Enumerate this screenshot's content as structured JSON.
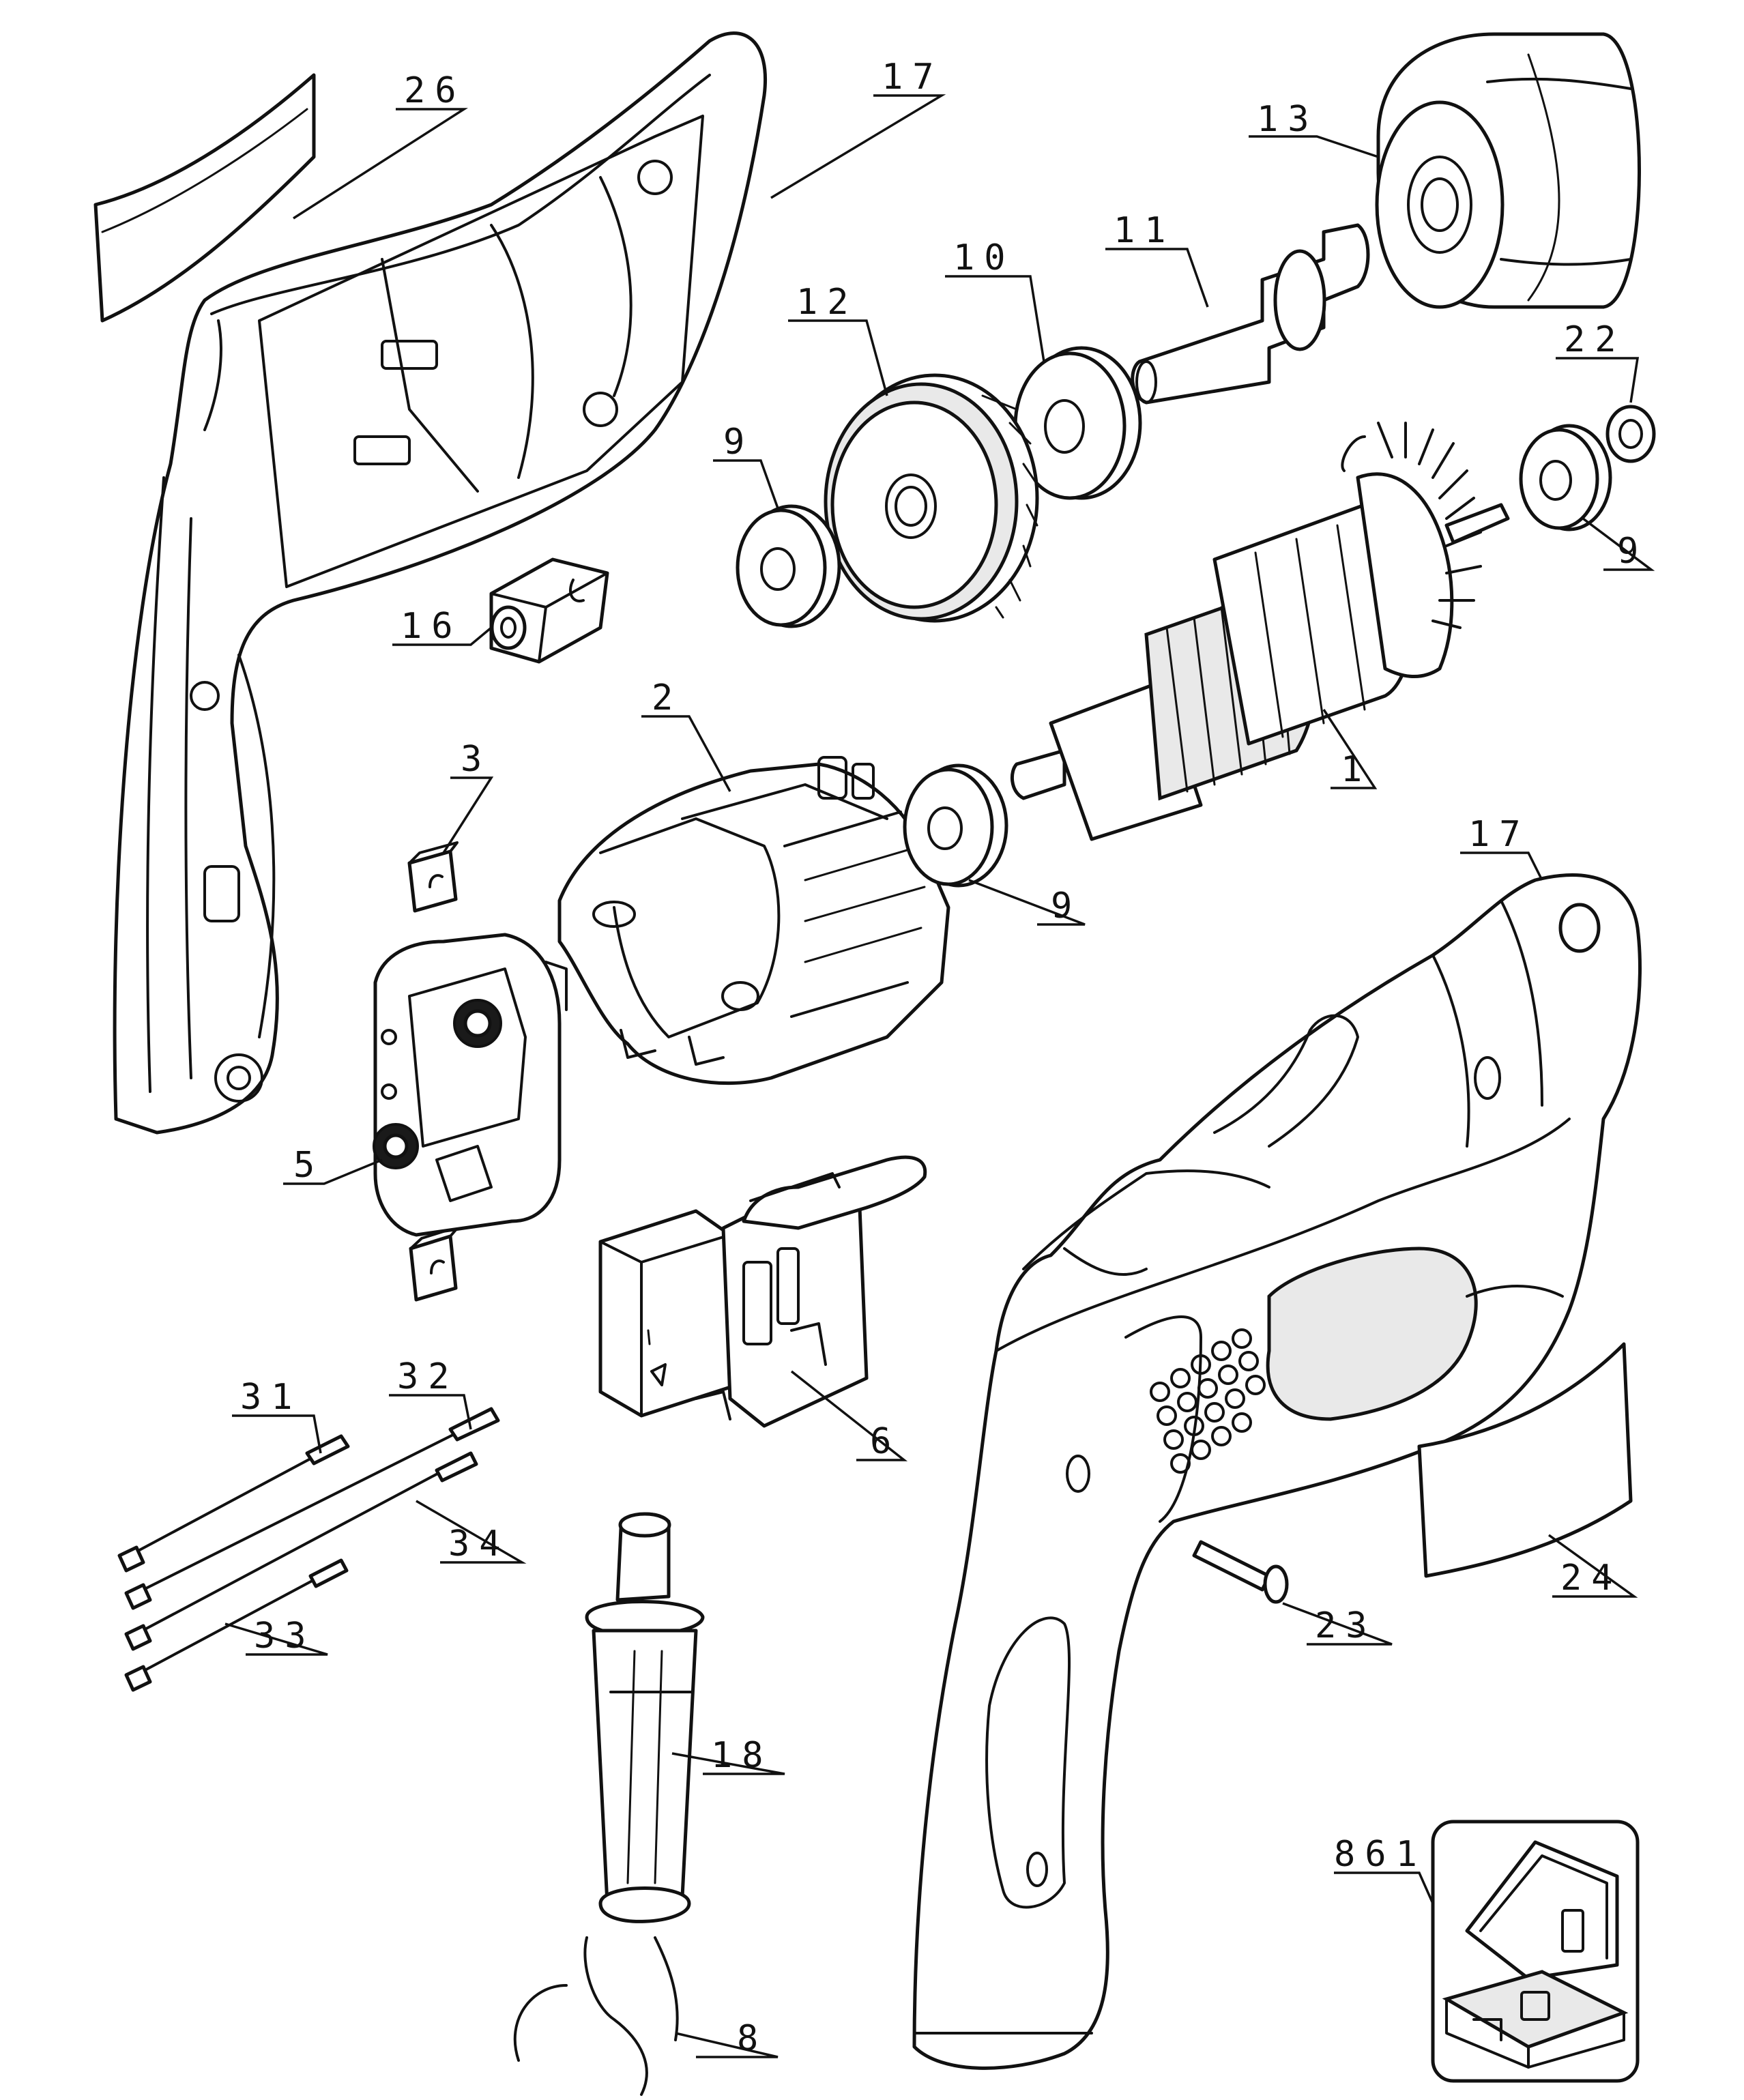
{
  "callouts": {
    "c26": "26",
    "c17_top": "17",
    "c13": "13",
    "c11": "11",
    "c10": "10",
    "c12": "12",
    "c22": "22",
    "c9_left": "9",
    "c9_right": "9",
    "c16": "16",
    "c2": "2",
    "c1": "1",
    "c3": "3",
    "c9_mid": "9",
    "c17_right": "17",
    "c5": "5",
    "c6": "6",
    "c32": "32",
    "c31": "31",
    "c34": "34",
    "c33": "33",
    "c18": "18",
    "c23": "23",
    "c24": "24",
    "c861": "861",
    "c8": "8"
  }
}
